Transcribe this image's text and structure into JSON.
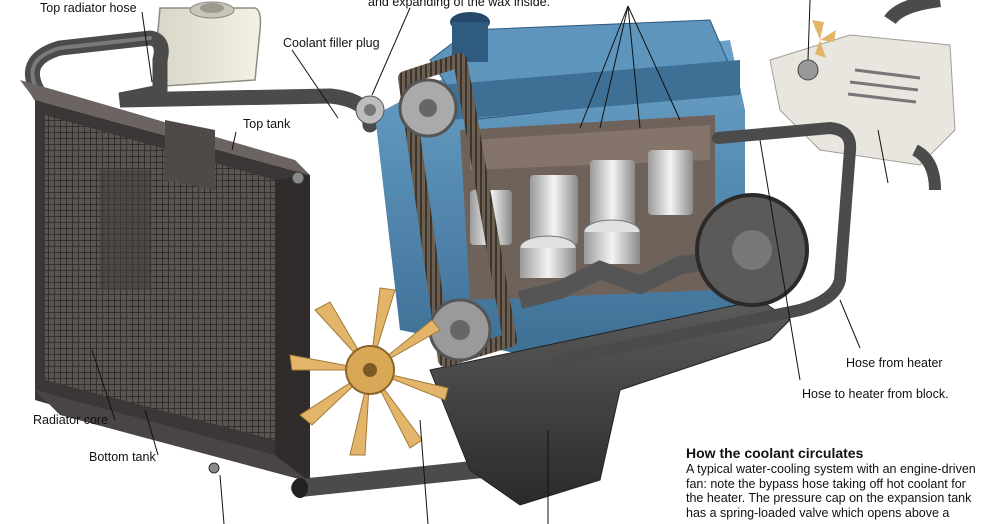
{
  "labels": {
    "top_radiator_hose": "Top radiator hose",
    "thermostat_note": "and expanding of the wax inside.",
    "coolant_filler_plug": "Coolant filler plug",
    "top_tank": "Top tank",
    "radiator_core": "Radiator core",
    "bottom_tank": "Bottom tank",
    "hose_from_heater": "Hose from heater",
    "hose_to_heater_from_block": "Hose to heater from block."
  },
  "caption": {
    "title": "How the coolant circulates",
    "lines": [
      "A typical water-cooling system with an engine-driven",
      "fan: note the bypass hose taking off hot coolant for",
      "the heater. The pressure cap on the expansion tank",
      "has a spring-loaded valve which opens above a"
    ]
  },
  "colors": {
    "engine_blue": "#4f86ad",
    "radiator_dark": "#3a3736",
    "hose_gray": "#4b4b4b",
    "fan_tan": "#e2b56b",
    "background": "#ffffff"
  }
}
